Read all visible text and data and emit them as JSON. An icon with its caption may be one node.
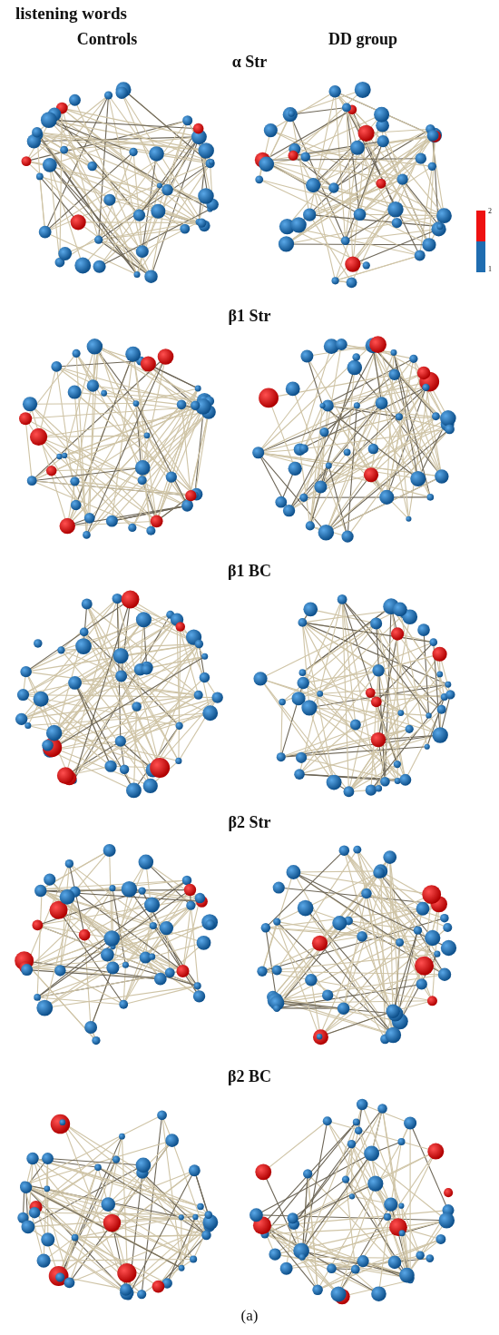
{
  "diagram": {
    "title": "listening words",
    "caption": "(a)",
    "labels": [
      "Controls",
      "DD group",
      "α Str",
      "β1 Str",
      "β1 BC",
      "β2 Str",
      "β2 BC"
    ],
    "legend": [
      {
        "text": "2",
        "color": "#ee1111"
      },
      {
        "text": "1",
        "color": "#1f6db0"
      }
    ]
  }
}
